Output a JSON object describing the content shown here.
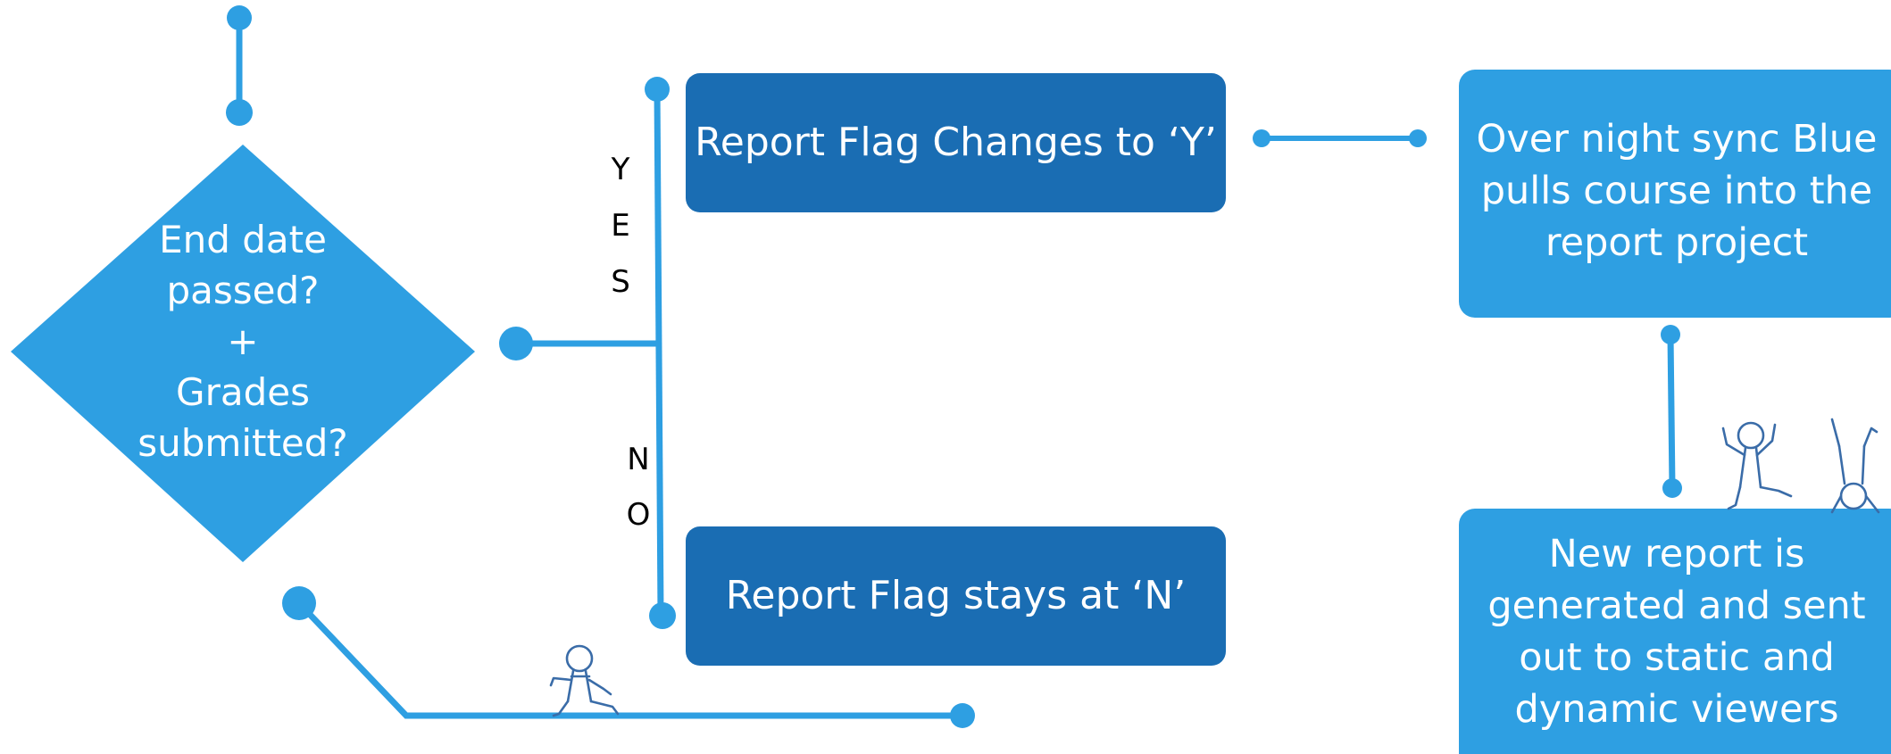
{
  "colors": {
    "light_blue": "#2E9FE2",
    "dark_blue": "#1A6DB3",
    "white": "#FFFFFF",
    "figure_stroke": "#3A6CA8"
  },
  "decision": {
    "line1": "End date",
    "line2": "passed?",
    "line3": "+",
    "line4": "Grades",
    "line5": "submitted?"
  },
  "branch_yes": {
    "l1": "Y",
    "l2": "E",
    "l3": "S"
  },
  "branch_no": {
    "l1": "N",
    "l2": "O"
  },
  "box_yes": {
    "text": "Report Flag Changes to ‘Y’"
  },
  "box_no": {
    "text": "Report Flag stays at ‘N’"
  },
  "box_sync": {
    "line1": "Over night sync Blue",
    "line2": "pulls course into the",
    "line3": "report project"
  },
  "box_report": {
    "line1": "New report is",
    "line2": "generated and sent",
    "line3": "out to static and",
    "line4": "dynamic viewers"
  },
  "icons": [
    "stick-figure-running-icon",
    "stick-figure-cheering-icon",
    "stick-figure-handstand-icon"
  ]
}
